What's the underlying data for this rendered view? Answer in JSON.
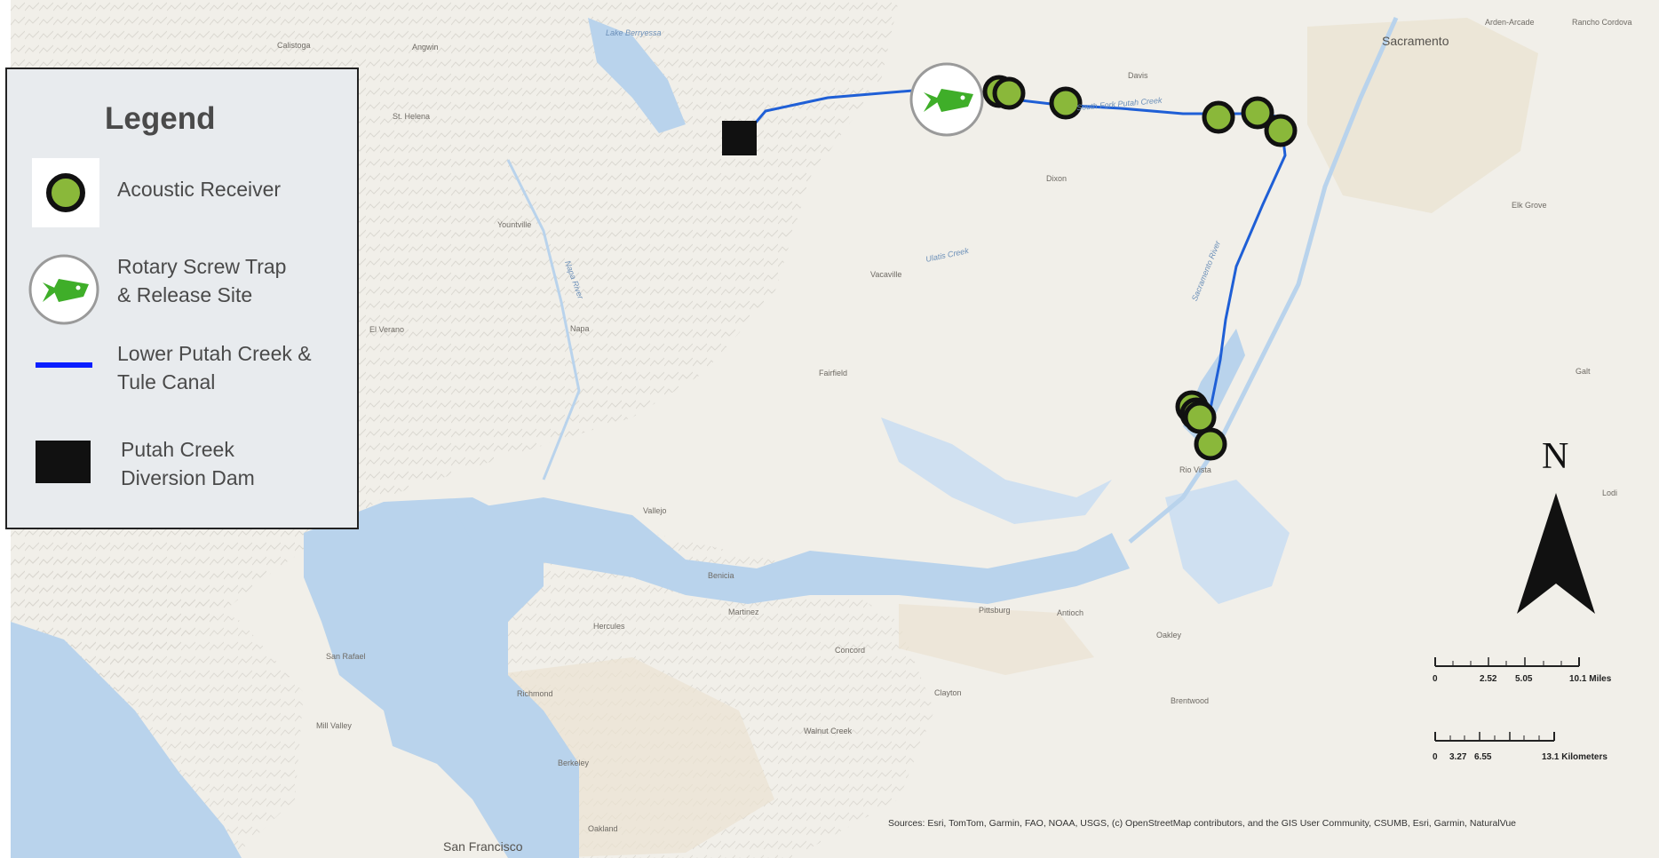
{
  "legend": {
    "title": "Legend",
    "items": [
      {
        "symbol": "acoustic-receiver-icon",
        "label_lines": [
          "Acoustic Receiver"
        ]
      },
      {
        "symbol": "rotary-screw-trap-icon",
        "label_lines": [
          "Rotary Screw Trap",
          "& Release Site"
        ]
      },
      {
        "symbol": "creek-line-icon",
        "label_lines": [
          "Lower Putah Creek &",
          "Tule Canal"
        ]
      },
      {
        "symbol": "diversion-dam-icon",
        "label_lines": [
          "Putah Creek",
          "Diversion Dam"
        ]
      }
    ]
  },
  "map_labels": {
    "sacramento": "Sacramento",
    "san_francisco": "San Francisco",
    "davis": "Davis",
    "dixon": "Dixon",
    "vacaville": "Vacaville",
    "fairfield": "Fairfield",
    "vallejo": "Vallejo",
    "benicia": "Benicia",
    "martinez": "Martinez",
    "concord": "Concord",
    "pittsburg": "Pittsburg",
    "antioch": "Antioch",
    "brentwood": "Brentwood",
    "richmond": "Richmond",
    "berkeley": "Berkeley",
    "oakland": "Oakland",
    "walnut_creek": "Walnut Creek",
    "clayton": "Clayton",
    "hercules": "Hercules",
    "san_rafael": "San Rafael",
    "mill_valley": "Mill Valley",
    "napa": "Napa",
    "yountville": "Yountville",
    "el_verano": "El Verano",
    "st_helena": "St. Helena",
    "calistoga": "Calistoga",
    "angwin": "Angwin",
    "elk_grove": "Elk Grove",
    "galt": "Galt",
    "lodi": "Lodi",
    "rio_vista": "Rio Vista",
    "lake_berryessa": "Lake Berryessa",
    "napa_river": "Napa River",
    "ulatis_creek": "Ulatis Creek",
    "south_fork_putah_creek": "South Fork Putah Creek",
    "arden_arcade": "Arden-Arcade",
    "rancho_cordova": "Rancho Cordova",
    "oakley": "Oakley",
    "sacramento_river": "Sacramento River"
  },
  "north_arrow": {
    "letter": "N"
  },
  "scale_bars": {
    "miles": {
      "ticks": [
        "0",
        "2.52",
        "5.05",
        "10.1 Miles"
      ]
    },
    "kilometers": {
      "ticks": [
        "0",
        "3.27",
        "6.55",
        "13.1 Kilometers"
      ]
    }
  },
  "attribution": "Sources: Esri, TomTom, Garmin, FAO, NOAA, USGS, (c) OpenStreetMap contributors, and the GIS User Community, CSUMB, Esri, Garmin, NaturalVue",
  "colors": {
    "receiver_fill": "#8ab83a",
    "receiver_stroke": "#111111",
    "creek_line": "#1f5fd6",
    "legend_line": "#0a1eff",
    "trap_fish": "#3fae29",
    "dam": "#111111",
    "water": "#b9d3ec",
    "land": "#f1efe9"
  }
}
